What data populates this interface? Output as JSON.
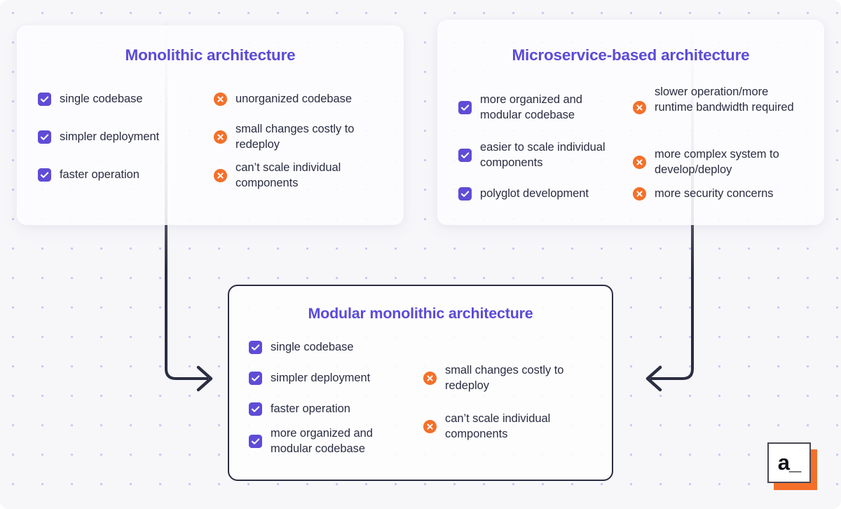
{
  "theme": {
    "background": "#f7f7fa",
    "dot_color": "#c9c6f5",
    "title_color": "#5b4bd8",
    "text_color": "#2b2d42",
    "check_color": "#5f4cd6",
    "cross_color": "#f4702a",
    "outline_color": "#2b2d42"
  },
  "diagram": {
    "type": "comparison-diagram",
    "logo": {
      "mark": "a_",
      "name": "a-underscore-logo"
    },
    "connectors": [
      {
        "name": "monolithic-to-modular-arrow",
        "from": "monolithic-card",
        "to": "modular-card",
        "direction": "right"
      },
      {
        "name": "microservice-to-modular-arrow",
        "from": "microservice-card",
        "to": "modular-card",
        "direction": "left"
      }
    ],
    "cards": [
      {
        "id": "monolithic",
        "title": "Monolithic architecture",
        "pros": [
          "single codebase",
          "simpler deployment",
          "faster operation"
        ],
        "cons": [
          "unorganized codebase",
          "small changes costly to redeploy",
          "can’t scale individual components"
        ]
      },
      {
        "id": "microservice",
        "title": "Microservice-based architecture",
        "pros": [
          "more organized and modular codebase",
          "easier to scale individual components",
          "polyglot development"
        ],
        "cons": [
          "slower operation/more runtime bandwidth required",
          "more complex system to develop/deploy",
          "more security concerns"
        ]
      },
      {
        "id": "modular",
        "title": "Modular monolithic architecture",
        "pros": [
          "single codebase",
          "simpler deployment",
          "faster operation",
          "more organized and modular codebase"
        ],
        "cons": [
          "small changes costly to redeploy",
          "can’t scale individual components"
        ]
      }
    ]
  }
}
